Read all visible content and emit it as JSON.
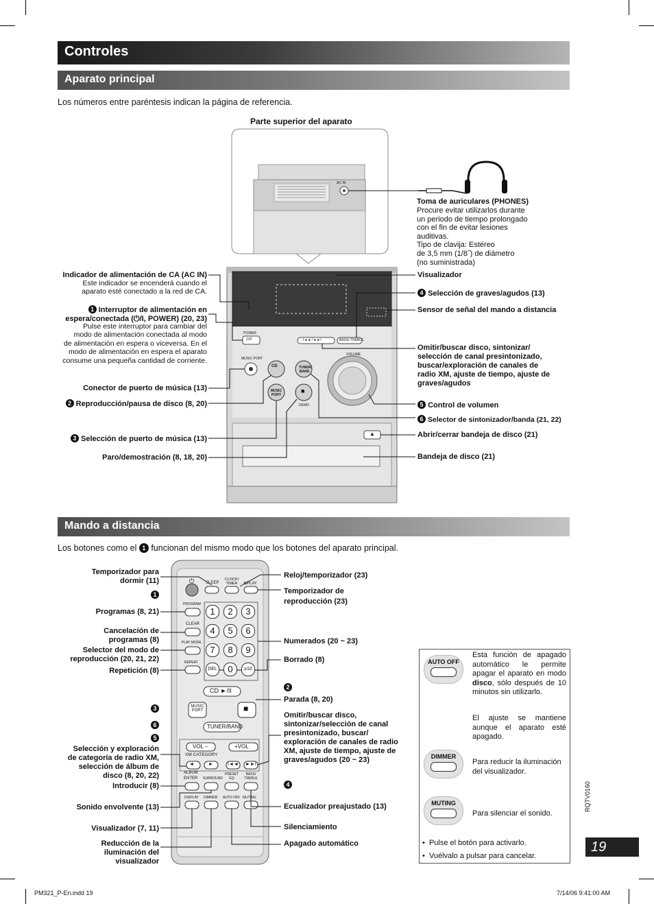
{
  "page": {
    "title": "Controles",
    "section1": "Aparato principal",
    "section2": "Mando a distancia",
    "intro1": "Los números entre paréntesis indican la página de referencia.",
    "intro2_pre": "Los botones como el",
    "intro2_num": "1",
    "intro2_post": "funcionan del mismo modo que los botones del aparato principal.",
    "page_number": "19",
    "code": "RQTV0160",
    "footer_left": "PM321_P-En.indd   19",
    "footer_right": "7/14/06   9:41:00 AM"
  },
  "main_unit": {
    "top_title": "Parte superior del aparato",
    "phones_label": "PHONES",
    "phones_title": "Toma de auriculares (PHONES)",
    "phones_body": "Procure evitar utilizarlos durante\nun periodo de tiempo prolongado\ncon el fin de evitar lesiones\nauditivas.\nTipo de clavija: Estéreo\nde 3,5 mm (1/8˝) de diámetro\n(no suministrada)",
    "left": {
      "ac_in_title": "Indicador de alimentación de CA (AC IN)",
      "ac_in_body": "Este indicador se encenderá cuando el\naparato esté conectado a la red de CA.",
      "power_num": "1",
      "power_title": "Interruptor de alimentación en\nespera/conectada (⏻/I, POWER) (20, 23)",
      "power_body": "Pulse este interruptor para cambiar del\nmodo de alimentación conectada al modo\nde alimentación en espera o viceversa. En el\nmodo de alimentación en espera el aparato\nconsume una pequeña cantidad de corriente.",
      "music_port_conn": "Conector de puerto de música (13)",
      "play_num": "2",
      "play": "Reproducción/pausa de disco (8, 20)",
      "music_sel_num": "3",
      "music_sel": "Selección de puerto de música (13)",
      "stop": "Paro/demostración (8, 18, 20)"
    },
    "right": {
      "display": "Visualizador",
      "bass_num": "4",
      "bass": "Selección de graves/agudos (13)",
      "sensor": "Sensor de señal del mando a distancia",
      "skip": "Omitir/buscar disco, sintonizar/\nselección de canal presintonizado,\nbuscar/exploración de canales de\nradio XM, ajuste de tiempo, ajuste de\ngraves/agudos",
      "volume_num": "5",
      "volume": "Control de volumen",
      "tuner_num": "6",
      "tuner": "Selector de sintonizador/banda (21, 22)",
      "open": "Abrir/cerrar bandeja de disco (21)",
      "tray": "Bandeja de disco (21)"
    },
    "device_text": {
      "ac_in": "AC IN",
      "power": "POWER",
      "power_sym": "⏻/I",
      "music_port": "MUSIC PORT",
      "cd": "CD",
      "cd_sym": "►/II",
      "tuner_band": "TUNER/ BAND",
      "music_port_btn": "MUSIC PORT",
      "stop_sym": "■",
      "demo": "DEMO",
      "volume": "VOLUME",
      "bass_treble": "BASS/ TREBLE",
      "skip_btns": "I◄◄ / ►►I",
      "open_sym": "▲"
    }
  },
  "remote": {
    "left": {
      "sleep": "Temporizador para\ndormir (11)",
      "one_num": "1",
      "program": "Programas (8, 21)",
      "clear": "Cancelación de\nprogramas (8)",
      "playmode": "Selector del modo de\nreproducción (20, 21, 22)",
      "repeat": "Repetición (8)",
      "three_num": "3",
      "six_num": "6",
      "five_num": "5",
      "xm": "Selección y exploración\nde categoría de radio XM,\nselección de álbum de\ndisco (8, 20, 22)",
      "enter": "Introducir (8)",
      "surround": "Sonido envolvente (13)",
      "display": "Visualizador (7, 11)",
      "dimmer": "Reducción de la\niluminación del\nvisualizador"
    },
    "right": {
      "clock": "Reloj/temporizador (23)",
      "play_timer": "Temporizador de\nreproducción (23)",
      "numbers": "Numerados (20 ~ 23)",
      "delete": "Borrado (8)",
      "two_num": "2",
      "stop": "Parada (8, 20)",
      "skip": "Omitir/buscar disco,\nsintonizar/selección de canal\npresintonizado, buscar/\nexploración de canales de radio\nXM, ajuste de tiempo, ajuste de\ngraves/agudos (20 ~ 23)",
      "four_num": "4",
      "eq": "Ecualizador preajustado (13)",
      "muting": "Silenciamiento",
      "auto_off": "Apagado automático"
    },
    "keys": {
      "sleep": "SLEEP",
      "clock": "CLOCK/ TIMER",
      "play": "⊕PLAY",
      "program": "PROGRAM",
      "clear": "CLEAR",
      "playmode": "PLAY MODE",
      "repeat": "REPEAT",
      "digits": [
        "1",
        "2",
        "3",
        "4",
        "5",
        "6",
        "7",
        "8",
        "9",
        "DEL",
        "0",
        "≥10"
      ],
      "cd": "CD ►/II",
      "music_port": "MUSIC PORT",
      "tuner": "TUNER/BAND",
      "vol_minus": "VOL –",
      "vol_plus": "+VOL",
      "xm_cat": "XM CATEGORY",
      "album": "ALBUM",
      "enter": "ENTER",
      "surround": "SURROUND",
      "preset_eq": "PRESET EQ",
      "bass_treble": "BASS/ TREBLE",
      "display": "DISPLAY",
      "dimmer": "DIMMER",
      "auto_off": "AUTO OFF",
      "muting": "MUTING"
    }
  },
  "info_box": {
    "auto_off_btn": "AUTO OFF",
    "auto_off_text_pre": "Esta función de apagado automático le permite apagar el aparato en modo ",
    "auto_off_bold": "disco",
    "auto_off_text_post": ", sólo después de 10 minutos sin utilizarlo.",
    "auto_off_text2": "El ajuste se mantiene aunque el aparato esté apagado.",
    "dimmer_btn": "DIMMER",
    "dimmer_text": "Para reducir la iluminación del visualizador.",
    "muting_btn": "MUTING",
    "muting_text": "Para silenciar el sonido.",
    "bullet1": "Pulse el botón para activarlo.",
    "bullet2": "Vuélvalo a pulsar para cancelar."
  }
}
